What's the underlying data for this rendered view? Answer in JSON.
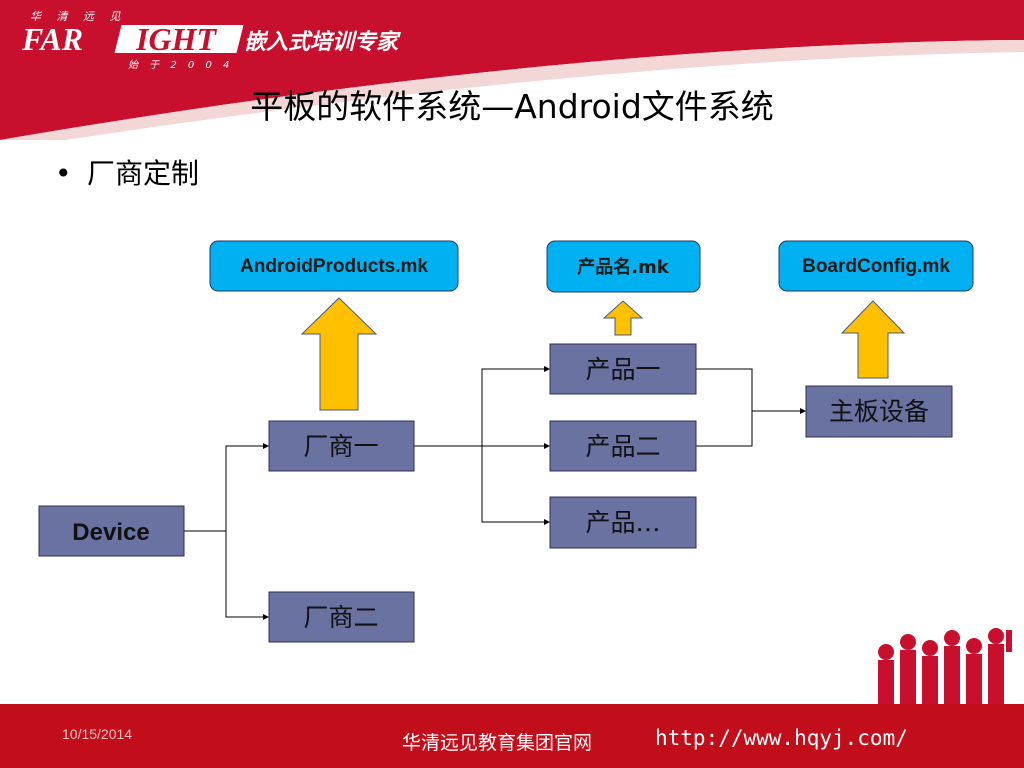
{
  "logo": {
    "top_text": "华 清 远 见",
    "brand_left": "FAR",
    "brand_right": "IGHT",
    "since_text": "始 于 2 0 0 4",
    "slogan": "嵌入式培训专家"
  },
  "slide": {
    "title": "平板的软件系统—Android文件系统",
    "bullet": "厂商定制"
  },
  "diagram": {
    "files": {
      "android_products": "AndroidProducts.mk",
      "product_name": "产品名.mk",
      "board_config": "BoardConfig.mk"
    },
    "nodes": {
      "device": "Device",
      "vendor_1": "厂商一",
      "vendor_2": "厂商二",
      "product_1": "产品一",
      "product_2": "产品二",
      "product_more": "产品…",
      "board": "主板设备"
    }
  },
  "footer": {
    "date": "10/15/2014",
    "org_name": "华清远见教育集团官网",
    "url": "http://www.hqyj.com/"
  },
  "colors": {
    "brand_red": "#c8102e",
    "file_box": "#00b0f0",
    "node_box": "#6a72a2",
    "arrow_fill": "#ffc000"
  }
}
